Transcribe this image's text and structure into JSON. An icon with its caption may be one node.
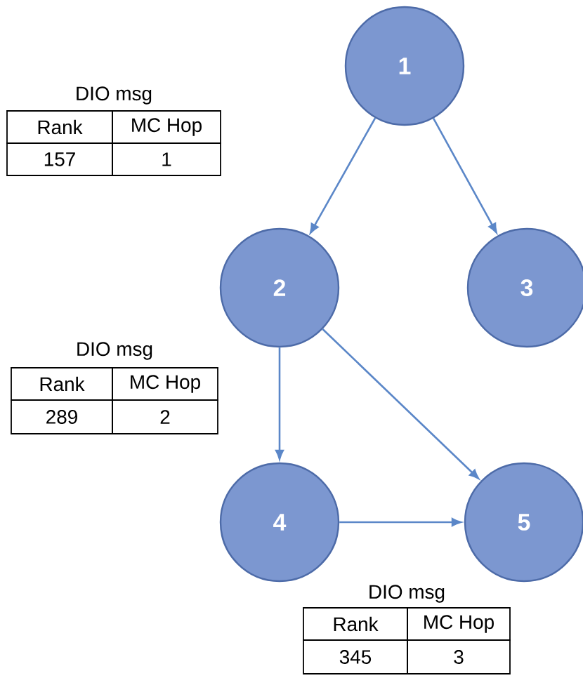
{
  "diagram": {
    "nodes": [
      {
        "text": [
          "1"
        ]
      },
      {
        "text": [
          "2"
        ]
      },
      {
        "text": [
          "3"
        ]
      },
      {
        "text": [
          "4"
        ]
      },
      {
        "text": [
          "5"
        ]
      }
    ],
    "edges": [
      {
        "from": 0,
        "to": 1,
        "arrow": "to"
      },
      {
        "from": 0,
        "to": 2,
        "arrow": "to"
      },
      {
        "from": 1,
        "to": 3,
        "arrow": "to"
      },
      {
        "from": 1,
        "to": 4,
        "arrow": "to"
      },
      {
        "from": 3,
        "to": 4,
        "arrow": "to"
      }
    ],
    "labels": [
      "DIO msg",
      "Rank",
      "MC Hop",
      "157",
      "1",
      "DIO msg",
      "Rank",
      "MC Hop",
      "289",
      "2",
      "DIO msg",
      "Rank",
      "MC Hop",
      "345",
      "3"
    ]
  }
}
